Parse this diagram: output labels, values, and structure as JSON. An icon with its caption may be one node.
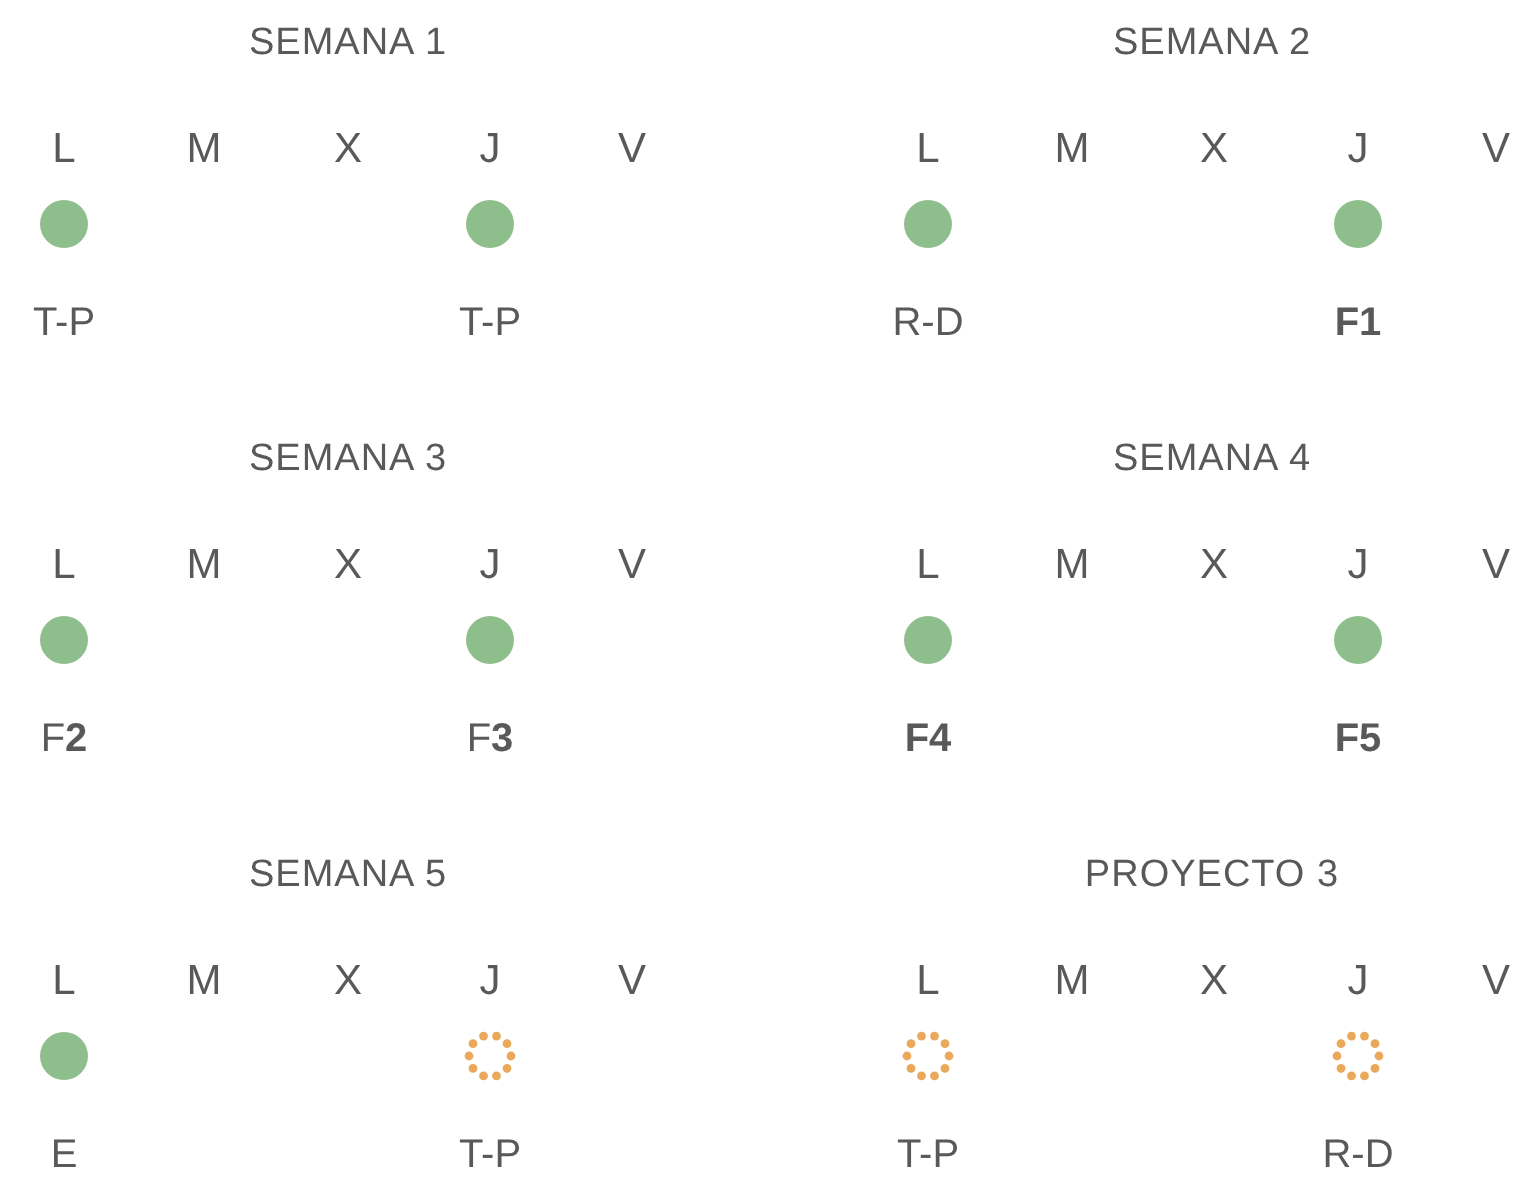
{
  "diagram": {
    "nodes": [
      {
        "text": [],
        "shape": "circle",
        "beside": [
          "T-P"
        ]
      },
      {
        "text": [],
        "shape": "circle",
        "beside": [
          "T-P"
        ]
      },
      {
        "text": [],
        "shape": "circle",
        "beside": [
          "R-D"
        ]
      },
      {
        "text": [],
        "shape": "circle",
        "beside": [
          "**F1**"
        ]
      },
      {
        "text": [],
        "shape": "circle",
        "beside": [
          "F**2**"
        ]
      },
      {
        "text": [],
        "shape": "circle",
        "beside": [
          "F**3**"
        ]
      },
      {
        "text": [],
        "shape": "circle",
        "beside": [
          "**F4**"
        ]
      },
      {
        "text": [],
        "shape": "circle",
        "beside": [
          "**F5**"
        ]
      },
      {
        "text": [],
        "shape": "circle",
        "beside": [
          "E"
        ]
      },
      {
        "text": [],
        "shape": "ring",
        "beside": [
          "T-P"
        ]
      },
      {
        "text": [],
        "shape": "ring",
        "beside": [
          "T-P"
        ]
      },
      {
        "text": [],
        "shape": "ring",
        "beside": [
          "R-D"
        ]
      }
    ],
    "labels": [
      "SEMANA 1",
      "L",
      "M",
      "X",
      "J",
      "V",
      "SEMANA 2",
      "L",
      "M",
      "X",
      "J",
      "V",
      "SEMANA 3",
      "L",
      "M",
      "X",
      "J",
      "V",
      "SEMANA 4",
      "L",
      "M",
      "X",
      "J",
      "V",
      "SEMANA 5",
      "L",
      "M",
      "X",
      "J",
      "V",
      "PROYECTO 3",
      "L",
      "M",
      "X",
      "J",
      "V"
    ]
  }
}
